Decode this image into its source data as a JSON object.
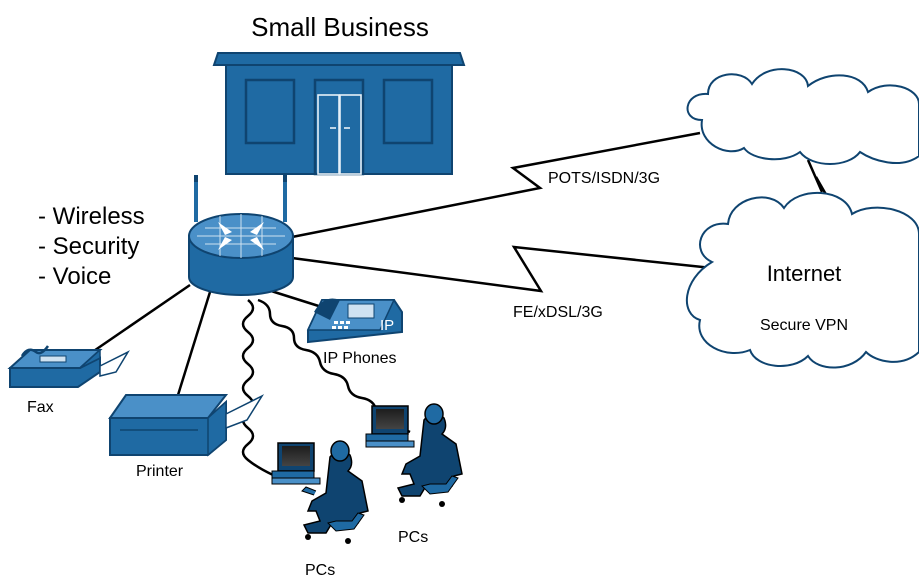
{
  "title": "Small Business",
  "features": [
    "- Wireless",
    "- Security",
    "- Voice"
  ],
  "links": {
    "upper": "POTS/ISDN/3G",
    "lower": "FE/xDSL/3G"
  },
  "devices": {
    "fax": "Fax",
    "printer": "Printer",
    "ip_phones": "IP Phones",
    "phone_badge": "IP",
    "pcs_left": "PCs",
    "pcs_right": "PCs"
  },
  "internet": {
    "label": "Internet",
    "sublabel": "Secure VPN"
  },
  "colors": {
    "device_blue": "#1f6aa3",
    "device_dark": "#0f4470",
    "line": "#000000",
    "cloud_stroke": "#0f4470"
  }
}
